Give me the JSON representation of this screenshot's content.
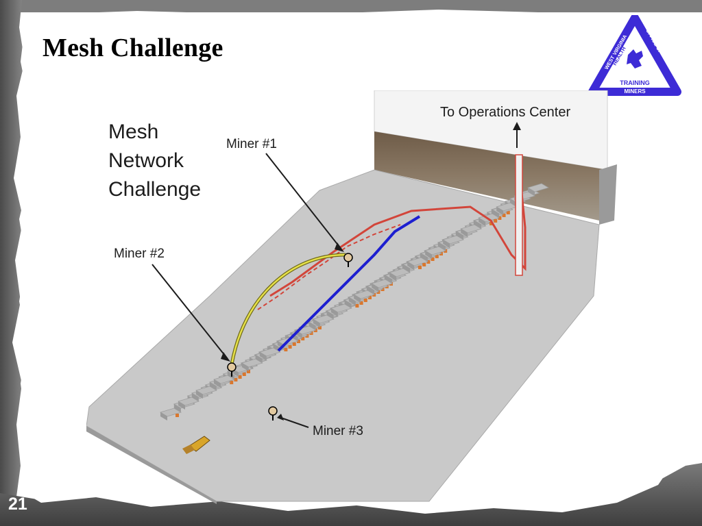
{
  "slide": {
    "title": "Mesh Challenge",
    "page_number": "21"
  },
  "logo": {
    "arc_left": "WEST VIRGINIA",
    "arc_left_2": "HEALTH",
    "arc_right": "OFFICE OF",
    "arc_right_2": "SAFETY",
    "bottom_1": "TRAINING",
    "bottom_2": "MINERS",
    "color": "#3d2bd6"
  },
  "diagram": {
    "heading_lines": [
      "Mesh",
      "Network",
      "Challenge"
    ],
    "operations_label": "To Operations Center",
    "miners": [
      {
        "label": "Miner #1"
      },
      {
        "label": "Miner #2"
      },
      {
        "label": "Miner #3"
      }
    ],
    "colors": {
      "mesh_red": "#d2453a",
      "mesh_blue": "#1d1fd0",
      "link_yellow": "#e6e04a",
      "node_orange": "#d9772e",
      "rock": "#7c6a55",
      "floor": "#c8c8c8",
      "pillar": "#bcbcbc"
    }
  }
}
